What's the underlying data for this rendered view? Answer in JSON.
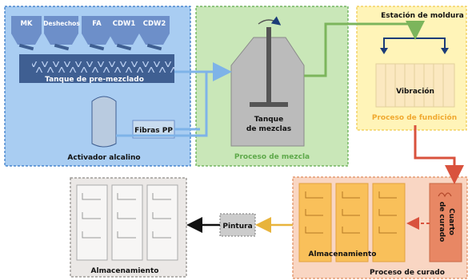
{
  "palette": {
    "blue_fill": "#a9cdf2",
    "blue_border": "#2f74c5",
    "green_fill": "#c9e7b8",
    "green_border": "#5ea94a",
    "yellow_fill": "#fff4b8",
    "yellow_border": "#f0c94a",
    "orange_fill": "#f9d6c3",
    "orange_border": "#e08b5c",
    "gray_fill": "#ebe8e6",
    "gray_border": "#8e8a87",
    "hopper": "#6d8fc9",
    "conveyor": "#3f5f92",
    "tank": "#bbbbbb",
    "shelf_yellow": "#f9c05a",
    "curing_chamber": "#e88764",
    "arrow_blue": "#7eb3e8",
    "arrow_green": "#7cb55c",
    "arrow_red": "#d9523d",
    "arrow_gold": "#e8b43c",
    "arrow_black": "#111111"
  },
  "hoppers": [
    "MK",
    "Deshechos",
    "FA",
    "CDW1",
    "CDW2"
  ],
  "labels": {
    "premix": "Tanque de pre-mezclado",
    "fibers": "Fibras PP",
    "activator": "Activador alcalino",
    "mix_tank_line1": "Tanque",
    "mix_tank_line2": "de mezclas",
    "mixing_process": "Proceso de mezcla",
    "molding_station": "Estación de moldura",
    "vibration": "Vibración",
    "casting_process": "Proceso de fundición",
    "curing_room_line1": "Cuarto",
    "curing_room_line2": "de curado",
    "curing_storage": "Almacenamiento",
    "curing_process": "Proceso de curado",
    "paint": "Pintura",
    "final_storage": "Almacenamiento"
  }
}
